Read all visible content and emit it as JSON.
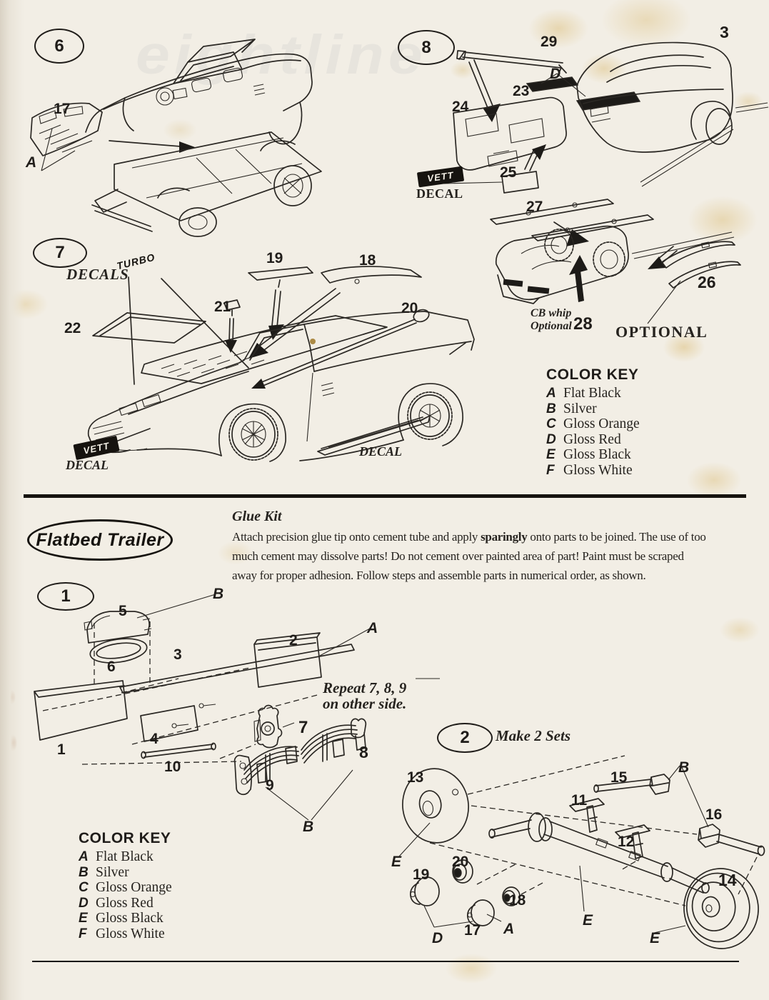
{
  "page": {
    "number": "3",
    "ghost_title": "eightline"
  },
  "color_key": {
    "title": "COLOR KEY",
    "entries": [
      {
        "code": "A",
        "name": "Flat Black"
      },
      {
        "code": "B",
        "name": "Silver"
      },
      {
        "code": "C",
        "name": "Gloss Orange"
      },
      {
        "code": "D",
        "name": "Gloss Red"
      },
      {
        "code": "E",
        "name": "Gloss Black"
      },
      {
        "code": "F",
        "name": "Gloss White"
      }
    ]
  },
  "steps_top": {
    "step6": {
      "badge": "6",
      "label_17": "17",
      "label_A": "A"
    },
    "step7": {
      "badge": "7",
      "decals": "DECALS",
      "turbo_decal": "TURBO",
      "label_19": "19",
      "label_18": "18",
      "label_21": "21",
      "label_20": "20",
      "label_22": "22",
      "vette_decal": "VETT",
      "decal_front": "DECAL",
      "decal_side": "DECAL"
    },
    "step8": {
      "badge": "8",
      "label_29": "29",
      "label_D": "D",
      "label_23": "23",
      "label_24": "24",
      "label_25": "25",
      "vette_decal": "VETT",
      "decal_label": "DECAL",
      "label_27": "27",
      "label_28": "28",
      "cb_whip_line1": "CB whip",
      "cb_whip_line2": "Optional",
      "label_26": "26",
      "optional_label": "OPTIONAL"
    }
  },
  "trailer_section": {
    "title": "Flatbed Trailer",
    "glue_kit": {
      "heading": "Glue Kit",
      "line1_pre": "Attach precision glue tip onto cement tube and apply ",
      "line1_bold": "sparingly",
      "line1_post": " onto parts to be joined. The use of too",
      "line2": "much cement may dissolve parts!  Do not cement over painted area of part!  Paint must be scraped",
      "line3": "away for proper adhesion. Follow steps and assemble parts in numerical order, as shown."
    },
    "step1": {
      "badge": "1",
      "label_B_top": "B",
      "label_5": "5",
      "label_6": "6",
      "label_3": "3",
      "label_2": "2",
      "label_A": "A",
      "repeat_line1": "Repeat  7, 8, 9",
      "repeat_line2": "on other side.",
      "label_7": "7",
      "label_8": "8",
      "label_4": "4",
      "label_1": "1",
      "label_10": "10",
      "label_9": "9",
      "label_B_bottom": "B"
    },
    "step2": {
      "badge": "2",
      "note": "Make 2 Sets",
      "label_13": "13",
      "label_15": "15",
      "label_B": "B",
      "label_11": "11",
      "label_16": "16",
      "label_12": "12",
      "label_E_hub": "E",
      "label_19": "19",
      "label_20": "20",
      "label_18": "18",
      "label_17": "17",
      "label_A": "A",
      "label_D": "D",
      "label_E_axle": "E",
      "label_14": "14",
      "label_E_wheel": "E"
    }
  }
}
